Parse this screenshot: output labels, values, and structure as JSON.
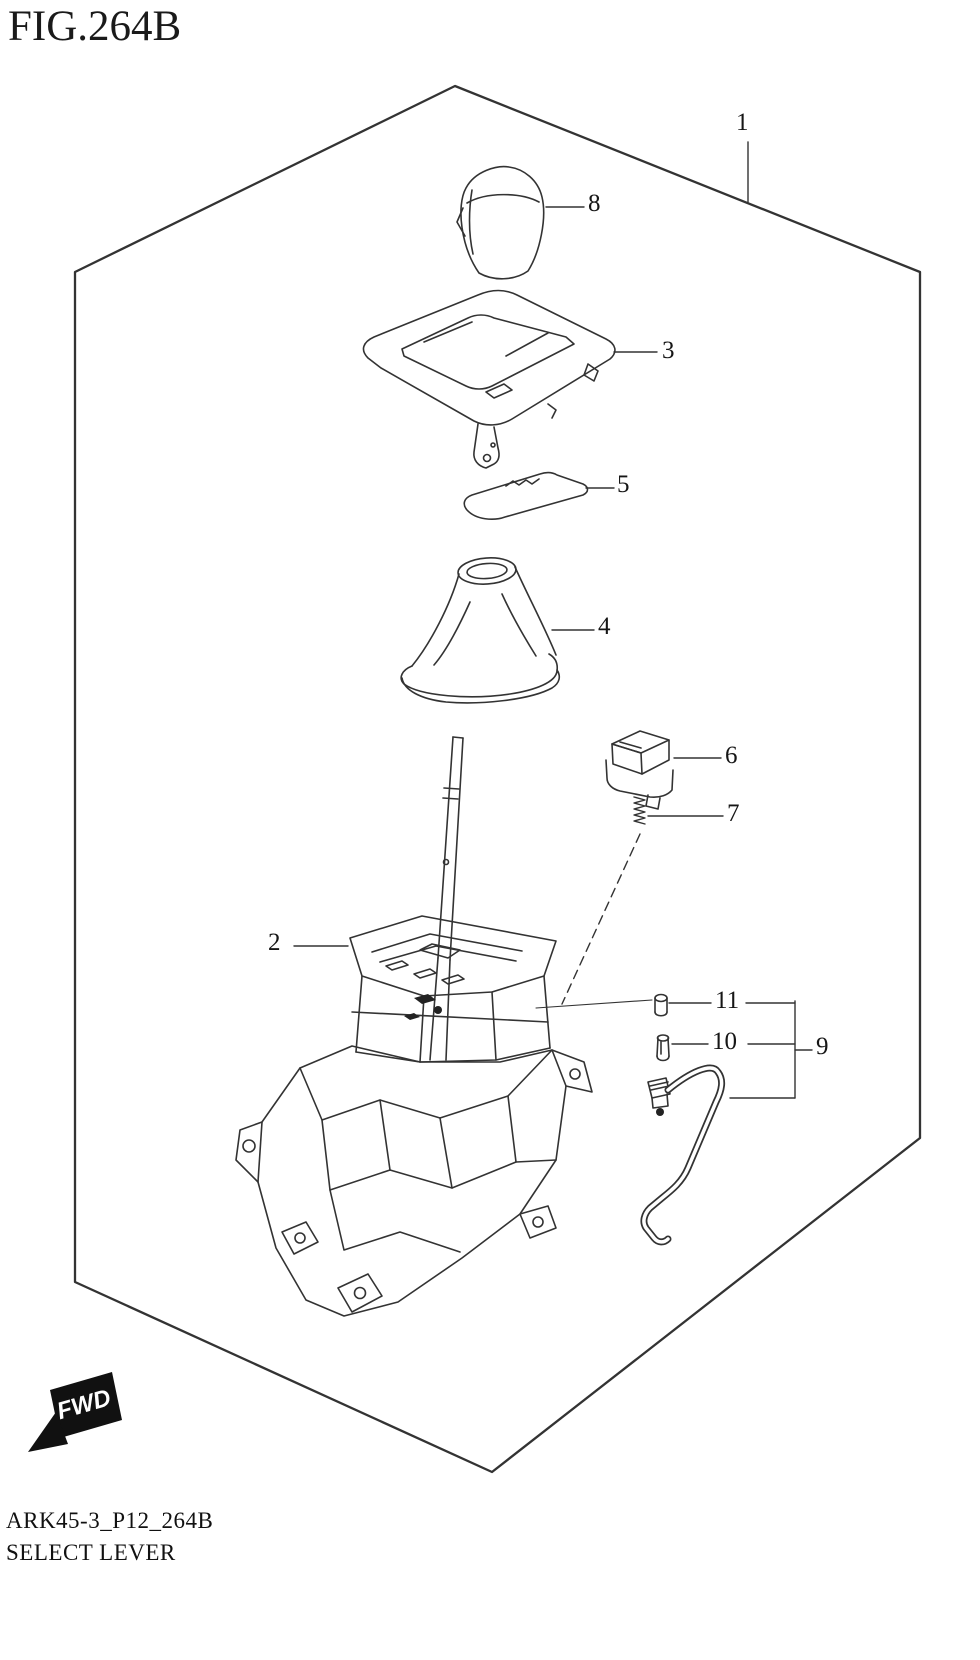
{
  "figure": {
    "title": "FIG.264B",
    "code": "ARK45-3_P12_264B",
    "name": "SELECT LEVER",
    "fwd_label": "FWD"
  },
  "callout_labels": [
    "1",
    "2",
    "3",
    "4",
    "5",
    "6",
    "7",
    "8",
    "9",
    "10",
    "11"
  ],
  "colors": {
    "line": "#333333",
    "background": "#ffffff",
    "fwd_flag": "#111111"
  }
}
